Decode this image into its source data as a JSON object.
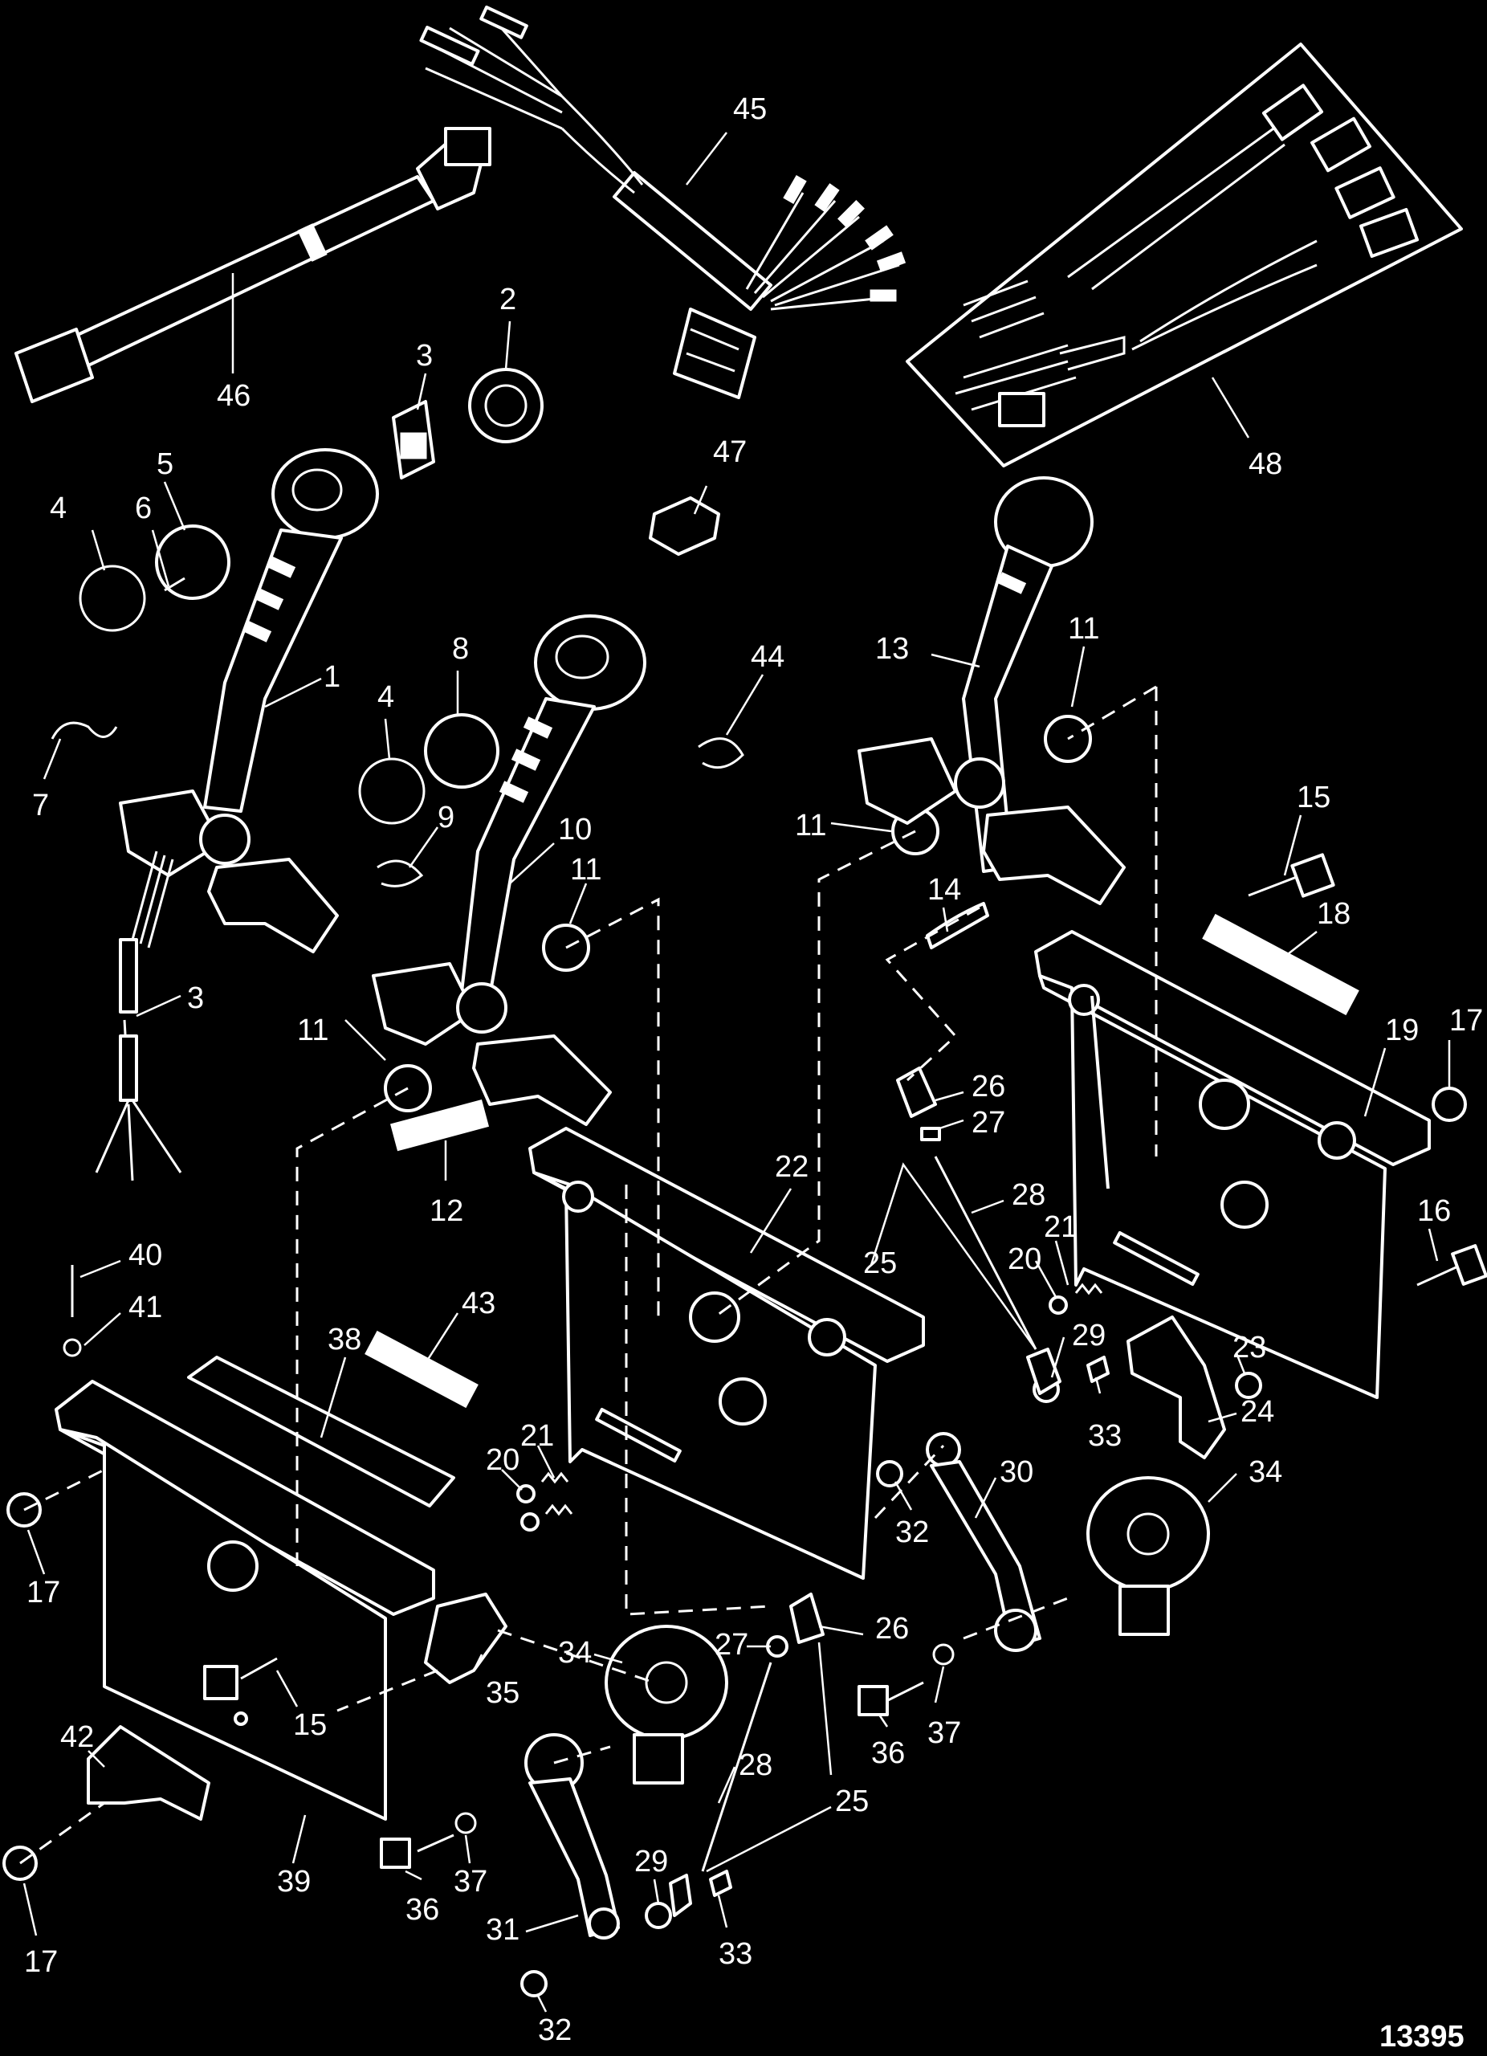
{
  "diagram": {
    "figure_number": "13395",
    "callouts": [
      {
        "id": "c45",
        "label": "45"
      },
      {
        "id": "c46",
        "label": "46"
      },
      {
        "id": "c2",
        "label": "2"
      },
      {
        "id": "c3a",
        "label": "3"
      },
      {
        "id": "c48",
        "label": "48"
      },
      {
        "id": "c47",
        "label": "47"
      },
      {
        "id": "c5",
        "label": "5"
      },
      {
        "id": "c4a",
        "label": "4"
      },
      {
        "id": "c6",
        "label": "6"
      },
      {
        "id": "c1",
        "label": "1"
      },
      {
        "id": "c8",
        "label": "8"
      },
      {
        "id": "c4b",
        "label": "4"
      },
      {
        "id": "c44",
        "label": "44"
      },
      {
        "id": "c13",
        "label": "13"
      },
      {
        "id": "c11a",
        "label": "11"
      },
      {
        "id": "c7",
        "label": "7"
      },
      {
        "id": "c9",
        "label": "9"
      },
      {
        "id": "c10",
        "label": "10"
      },
      {
        "id": "c11b",
        "label": "11"
      },
      {
        "id": "c11c",
        "label": "11"
      },
      {
        "id": "c15a",
        "label": "15"
      },
      {
        "id": "c14",
        "label": "14"
      },
      {
        "id": "c18",
        "label": "18"
      },
      {
        "id": "c3b",
        "label": "3"
      },
      {
        "id": "c19",
        "label": "19"
      },
      {
        "id": "c17a",
        "label": "17"
      },
      {
        "id": "c11d",
        "label": "11"
      },
      {
        "id": "c26a",
        "label": "26"
      },
      {
        "id": "c27a",
        "label": "27"
      },
      {
        "id": "c12",
        "label": "12"
      },
      {
        "id": "c22",
        "label": "22"
      },
      {
        "id": "c28a",
        "label": "28"
      },
      {
        "id": "c16",
        "label": "16"
      },
      {
        "id": "c21a",
        "label": "21"
      },
      {
        "id": "c40",
        "label": "40"
      },
      {
        "id": "c25a",
        "label": "25"
      },
      {
        "id": "c20a",
        "label": "20"
      },
      {
        "id": "c41",
        "label": "41"
      },
      {
        "id": "c43",
        "label": "43"
      },
      {
        "id": "c29a",
        "label": "29"
      },
      {
        "id": "c23",
        "label": "23"
      },
      {
        "id": "c38",
        "label": "38"
      },
      {
        "id": "c33a",
        "label": "33"
      },
      {
        "id": "c24",
        "label": "24"
      },
      {
        "id": "c21b",
        "label": "21"
      },
      {
        "id": "c20b",
        "label": "20"
      },
      {
        "id": "c30",
        "label": "30"
      },
      {
        "id": "c34a",
        "label": "34"
      },
      {
        "id": "c32a",
        "label": "32"
      },
      {
        "id": "c17b",
        "label": "17"
      },
      {
        "id": "c26b",
        "label": "26"
      },
      {
        "id": "c34b",
        "label": "34"
      },
      {
        "id": "c27b",
        "label": "27"
      },
      {
        "id": "c15b",
        "label": "15"
      },
      {
        "id": "c35",
        "label": "35"
      },
      {
        "id": "c36a",
        "label": "36"
      },
      {
        "id": "c37a",
        "label": "37"
      },
      {
        "id": "c42",
        "label": "42"
      },
      {
        "id": "c28b",
        "label": "28"
      },
      {
        "id": "c25b",
        "label": "25"
      },
      {
        "id": "c39",
        "label": "39"
      },
      {
        "id": "c37b",
        "label": "37"
      },
      {
        "id": "c29b",
        "label": "29"
      },
      {
        "id": "c36b",
        "label": "36"
      },
      {
        "id": "c17c",
        "label": "17"
      },
      {
        "id": "c31",
        "label": "31"
      },
      {
        "id": "c33b",
        "label": "33"
      },
      {
        "id": "c32b",
        "label": "32"
      }
    ]
  }
}
